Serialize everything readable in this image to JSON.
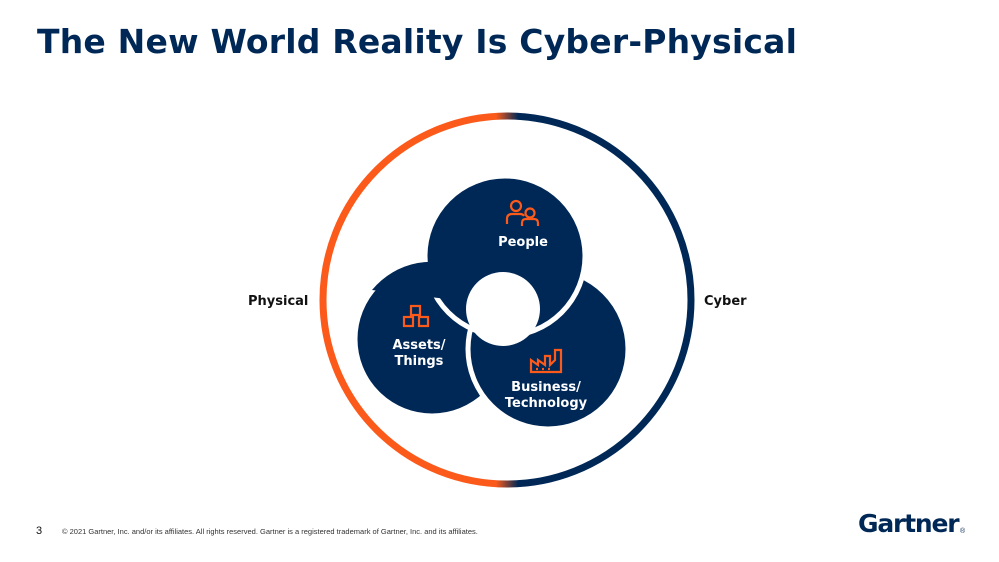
{
  "title": "The New World Reality Is Cyber-Physical",
  "left_label": "Physical",
  "right_label": "Cyber",
  "nodes": {
    "people": {
      "label": "People",
      "icon": "people-icon"
    },
    "assets": {
      "line1": "Assets/",
      "line2": "Things",
      "icon": "boxes-icon"
    },
    "business": {
      "line1": "Business/",
      "line2": "Technology",
      "icon": "factory-icon"
    }
  },
  "colors": {
    "navy": "#002856",
    "orange": "#fc5a1a"
  },
  "footer": {
    "page_number": "3",
    "copyright": "© 2021 Gartner, Inc. and/or its affiliates. All rights reserved. Gartner is a registered trademark of Gartner, Inc. and its affiliates."
  },
  "logo": {
    "text": "Gartner",
    "mark": "®"
  }
}
